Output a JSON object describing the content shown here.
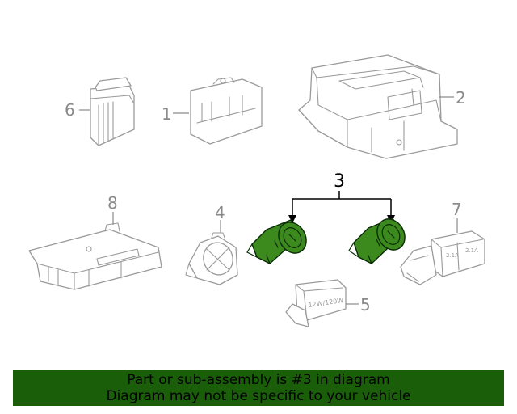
{
  "callouts": {
    "c1": "1",
    "c2": "2",
    "c3": "3",
    "c4": "4",
    "c5": "5",
    "c6": "6",
    "c7": "7",
    "c8": "8"
  },
  "labels": {
    "part5": "12W/120W",
    "part7_left": "2.1A",
    "part7_right": "2.1A"
  },
  "banner": {
    "line1": "Part or sub-assembly is #3 in diagram",
    "line2": "Diagram may not be specific to your vehicle"
  },
  "colors": {
    "highlight": "#3c8a1e",
    "banner": "#1a5e0a",
    "linework": "#9a9a9a"
  }
}
